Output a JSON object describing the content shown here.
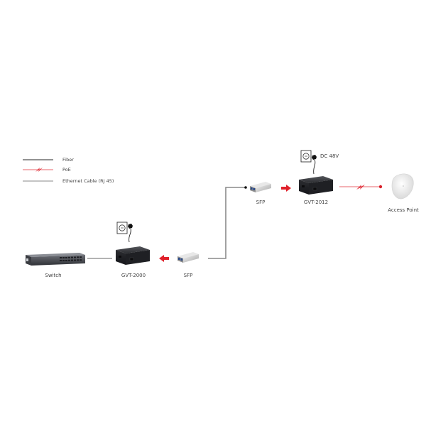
{
  "legend": {
    "items": [
      {
        "label": "Fiber",
        "style": "fiber"
      },
      {
        "label": "PoE",
        "style": "poe"
      },
      {
        "label": "Ethernet Cable (RJ 45)",
        "style": "ethernet"
      }
    ]
  },
  "devices": {
    "switch": {
      "label": "Switch"
    },
    "gvt2000": {
      "label": "GVT-2000"
    },
    "sfp_left": {
      "label": "SFP"
    },
    "sfp_right": {
      "label": "SFP"
    },
    "gvt2012": {
      "label": "GVT-2012",
      "power_label": "DC 48V"
    },
    "access_point": {
      "label": "Access Point"
    }
  },
  "colors": {
    "fiber": "#8a8a8a",
    "poe": "#e0303a",
    "ethernet": "#9a9a9a",
    "arrow": "#e0202a",
    "device_dark": "#2e2f33"
  }
}
